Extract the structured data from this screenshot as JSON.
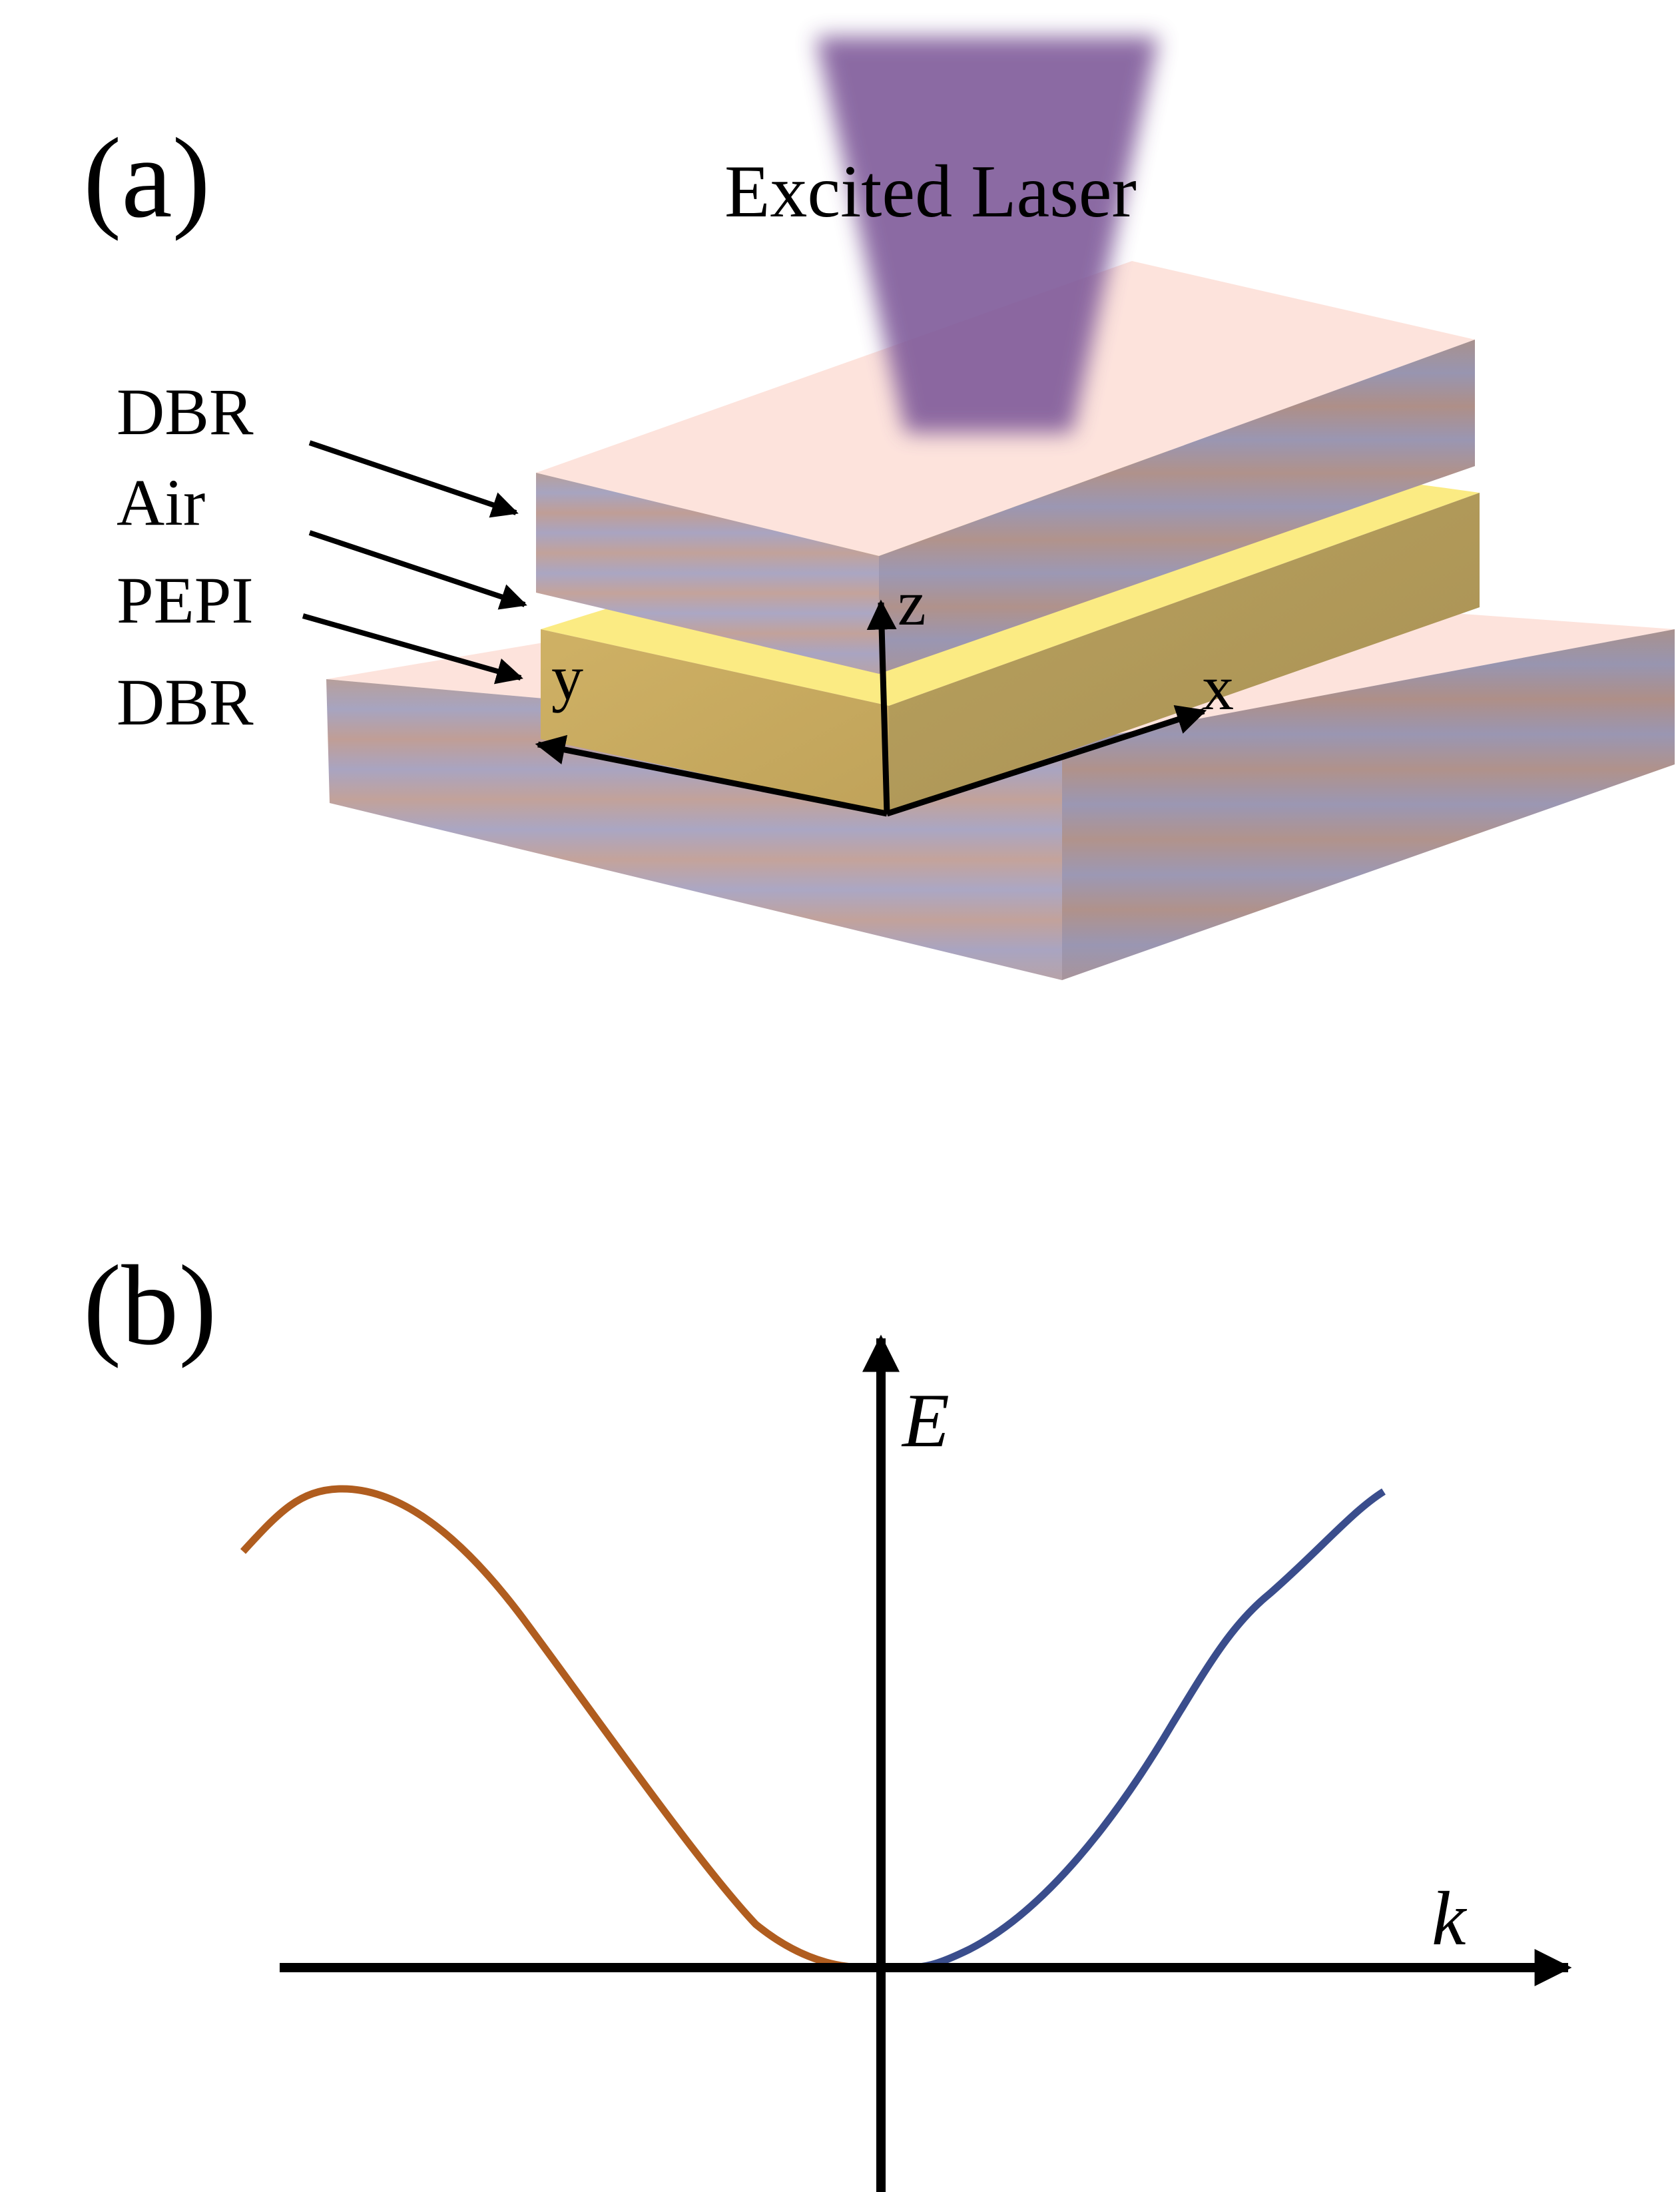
{
  "panel_a": {
    "label": "(a)",
    "laser_label": "Excited Laser",
    "layers": [
      "DBR",
      "Air",
      "PEPI",
      "DBR"
    ],
    "axes": {
      "x": "x",
      "y": "y",
      "z": "z"
    },
    "colors": {
      "dbr_top": "#fde3dc",
      "dbr_stripe_a": "#a9a3c2",
      "dbr_stripe_b": "#c0a29b",
      "pepi_top": "#fbeb83",
      "pepi_side": "#c6aa5e",
      "laser": "#7f5a9a"
    }
  },
  "panel_b": {
    "label": "(b)",
    "xlabel": "k",
    "ylabel": "E",
    "colors": {
      "left_branch": "#b05d1f",
      "right_branch": "#3a4d8c"
    }
  }
}
